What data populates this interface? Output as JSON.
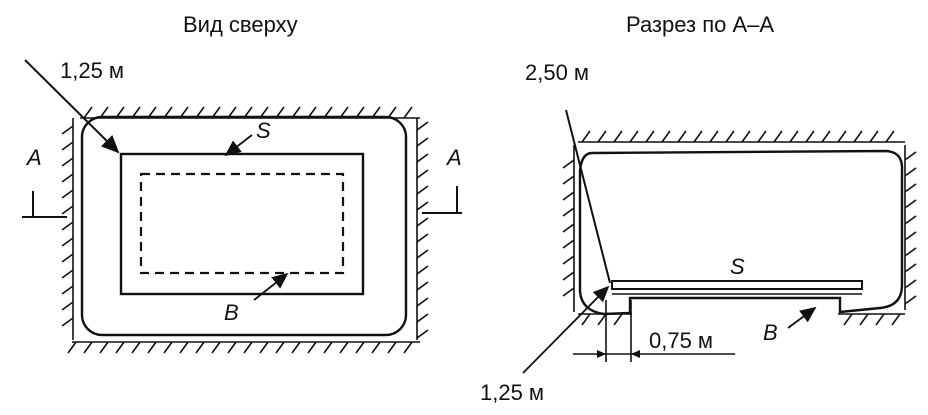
{
  "top_view": {
    "title": "Вид сверху",
    "dim_label": "1,25 м",
    "section_marker_left": "A",
    "section_marker_right": "A",
    "inner_label_s": "S",
    "inner_label_b": "B"
  },
  "section_view": {
    "title": "Разрез по A–A",
    "dim_label_top": "2,50 м",
    "label_s": "S",
    "label_b": "B",
    "dim_label_gap": "0,75 м",
    "dim_label_bottom": "1,25 м"
  },
  "colors": {
    "ink": "#111111",
    "background": "#ffffff"
  }
}
